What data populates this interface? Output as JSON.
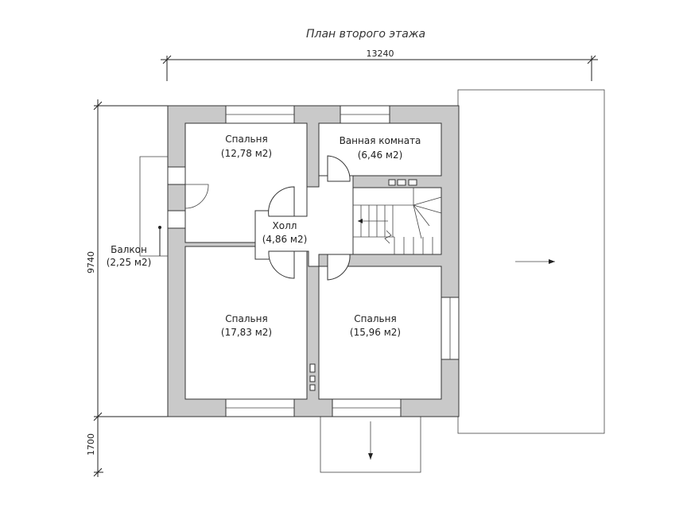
{
  "title": "План второго этажа",
  "dimensions": {
    "width_total": "13240",
    "height_main": "9740",
    "height_porch": "1700"
  },
  "rooms": {
    "bedroom_1": {
      "name": "Спальня",
      "area": "(12,78 м2)"
    },
    "bathroom": {
      "name": "Ванная комната",
      "area": "(6,46 м2)"
    },
    "hall": {
      "name": "Холл",
      "area": "(4,86 м2)"
    },
    "balcony": {
      "name": "Балкон",
      "area": "(2,25 м2)"
    },
    "bedroom_2": {
      "name": "Спальня",
      "area": "(17,83 м2)"
    },
    "bedroom_3": {
      "name": "Спальня",
      "area": "(15,96 м2)"
    }
  }
}
